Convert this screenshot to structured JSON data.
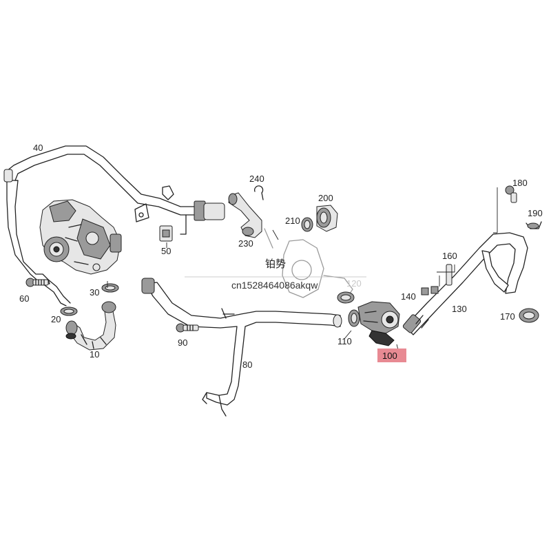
{
  "callouts": {
    "c40": "40",
    "c240": "240",
    "c200": "200",
    "c180": "180",
    "c190": "190",
    "c210": "210",
    "c230": "230",
    "c50": "50",
    "c160": "160",
    "c60": "60",
    "c30": "30",
    "c120": "120",
    "c140": "140",
    "c130": "130",
    "c20": "20",
    "c170": "170",
    "c110": "110",
    "c90": "90",
    "c10": "10",
    "c100": "100",
    "c80": "80"
  },
  "watermark": {
    "cn_text": "铂势",
    "id_text": "cn1528464086akqw"
  },
  "highlight_color": "#e88a93"
}
